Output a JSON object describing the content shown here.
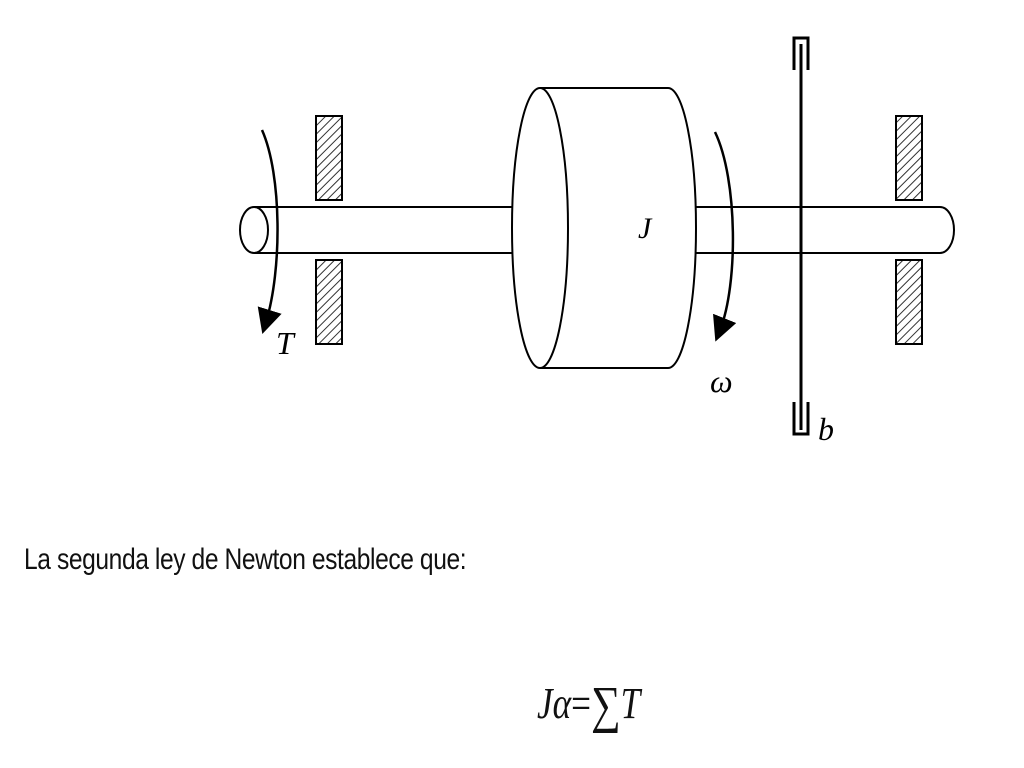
{
  "labels": {
    "torque": "T",
    "inertia": "J",
    "angular_velocity": "ω",
    "damping": "b"
  },
  "caption": "La segunda ley de Newton establece que:",
  "equation": {
    "lhs": "Jα",
    "equals": "=",
    "sum": "∑",
    "rhs": "T"
  }
}
